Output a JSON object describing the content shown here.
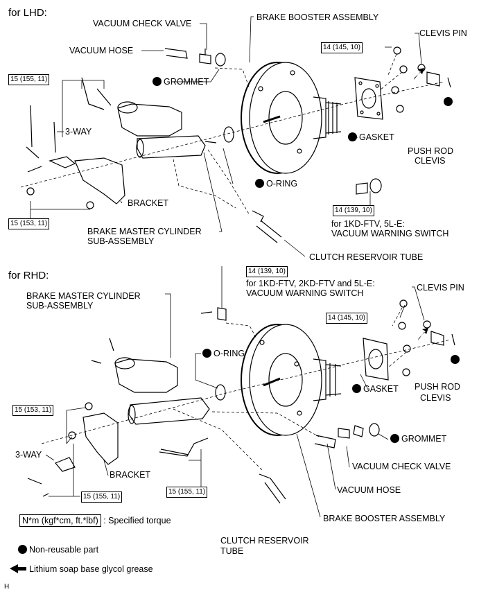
{
  "sections": {
    "lhd": "for LHD:",
    "rhd": "for RHD:"
  },
  "lhd": {
    "vacuum_check_valve": "VACUUM CHECK VALVE",
    "vacuum_hose": "VACUUM HOSE",
    "brake_booster_assembly": "BRAKE BOOSTER ASSEMBLY",
    "clevis_pin": "CLEVIS PIN",
    "torque_booster_nut": "14 (145, 10)",
    "torque_lines": "15 (155, 11)",
    "grommet": "GROMMET",
    "three_way": "3-WAY",
    "gasket": "GASKET",
    "push_rod": "PUSH ROD",
    "clevis": "CLEVIS",
    "o_ring": "O-RING",
    "bracket": "BRACKET",
    "torque_switch": "14 (139, 10)",
    "torque_bracket": "15 (153, 11)",
    "switch_note": "for 1KD-FTV,  5L-E:",
    "switch_name": "VACUUM WARNING SWITCH",
    "master_cylinder_1": "BRAKE MASTER CYLINDER",
    "master_cylinder_2": "SUB-ASSEMBLY",
    "clutch_tube": "CLUTCH RESERVOIR TUBE"
  },
  "rhd": {
    "torque_switch": "14 (139, 10)",
    "switch_note": "for 1KD-FTV, 2KD-FTV and 5L-E:",
    "switch_name": "VACUUM WARNING SWITCH",
    "clevis_pin": "CLEVIS PIN",
    "master_cylinder_1": "BRAKE MASTER CYLINDER",
    "master_cylinder_2": "SUB-ASSEMBLY",
    "torque_booster_nut": "14 (145, 10)",
    "o_ring": "O-RING",
    "torque_bracket": "15 (153, 11)",
    "gasket": "GASKET",
    "push_rod": "PUSH ROD",
    "clevis": "CLEVIS",
    "grommet": "GROMMET",
    "three_way": "3-WAY",
    "vacuum_check_valve": "VACUUM CHECK VALVE",
    "bracket": "BRACKET",
    "torque_lines_a": "15 (155, 11)",
    "torque_lines_b": "15 (155, 11)",
    "vacuum_hose": "VACUUM HOSE",
    "brake_booster_assembly": "BRAKE BOOSTER ASSEMBLY",
    "clutch_tube_1": "CLUTCH RESERVOIR",
    "clutch_tube_2": "TUBE"
  },
  "legend": {
    "torque_format": "N*m (kgf*cm, ft.*lbf)",
    "torque_desc": ": Specified torque",
    "non_reusable": "Non-reusable part",
    "grease": "Lithium soap base glycol grease"
  },
  "corner_mark": "H"
}
